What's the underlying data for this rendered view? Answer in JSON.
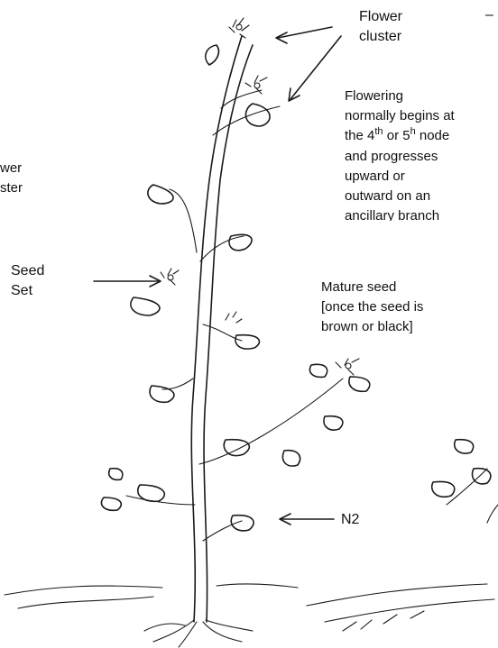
{
  "labels": {
    "flower_cluster_top": [
      "Flower",
      "cluster"
    ],
    "flowering_note": {
      "line1": "Flowering",
      "line2": "normally begins at",
      "line3_prefix": "the 4",
      "line3_sup1": "th",
      "line3_mid": " or 5",
      "line3_sup2": "h",
      "line3_suffix": " node",
      "line4": "and progresses",
      "line5": "upward or",
      "line6": "outward on an",
      "line7": "ancillary branch"
    },
    "flower_cluster_left": [
      "wer",
      "ster"
    ],
    "seed_set": [
      "Seed",
      "Set"
    ],
    "mature_seed": [
      "Mature seed",
      "[once the seed is",
      "brown or black]"
    ],
    "node": "N2",
    "corner_mark": "–"
  },
  "icons": [
    "arrow-icon",
    "plant-drawing",
    "leaf-icon",
    "flower-cluster-icon",
    "root-icon",
    "ground-line"
  ]
}
